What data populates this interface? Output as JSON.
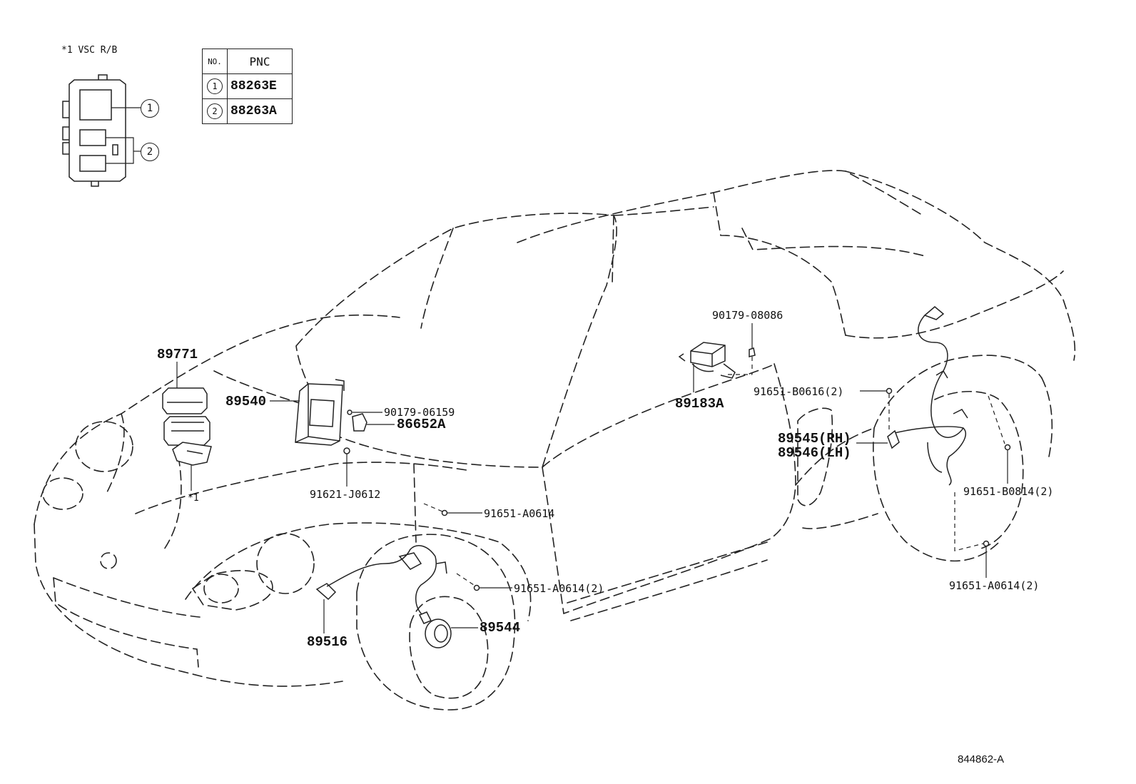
{
  "inset": {
    "title": "*1 VSC R/B",
    "callouts": [
      "1",
      "2"
    ],
    "table": {
      "headers": [
        "NO.",
        "PNC"
      ],
      "rows": [
        {
          "no": "1",
          "pnc": "88263E"
        },
        {
          "no": "2",
          "pnc": "88263A"
        }
      ]
    }
  },
  "labels": {
    "p89771": "89771",
    "p89540": "89540",
    "p90179_06159": "90179-06159",
    "p86652A": "86652A",
    "p91621_J0612": "91621-J0612",
    "star1": "*1",
    "p91651_A0614": "91651-A0614",
    "p91651_A0614_2_front": "91651-A0614(2)",
    "p89516": "89516",
    "p89544": "89544",
    "p90179_08086": "90179-08086",
    "p89183A": "89183A",
    "p91651_B0616_2": "91651-B0616(2)",
    "p89545": "89545(RH)",
    "p89546": "89546(LH)",
    "p91651_B0814_2": "91651-B0814(2)",
    "p91651_A0614_2_rear": "91651-A0614(2)"
  },
  "diagram_id": "844862-A"
}
